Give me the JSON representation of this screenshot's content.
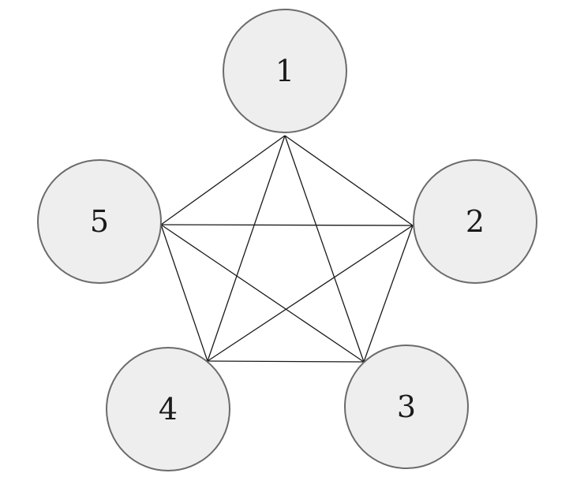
{
  "nodes": [
    {
      "id": "1",
      "label": "1"
    },
    {
      "id": "2",
      "label": "2"
    },
    {
      "id": "3",
      "label": "3"
    },
    {
      "id": "4",
      "label": "4"
    },
    {
      "id": "5",
      "label": "5"
    }
  ],
  "edges": [
    [
      "1",
      "2"
    ],
    [
      "1",
      "3"
    ],
    [
      "1",
      "4"
    ],
    [
      "1",
      "5"
    ],
    [
      "2",
      "3"
    ],
    [
      "2",
      "4"
    ],
    [
      "2",
      "5"
    ],
    [
      "3",
      "4"
    ],
    [
      "3",
      "5"
    ],
    [
      "4",
      "5"
    ]
  ],
  "colors": {
    "node_fill": "#eeeeee",
    "node_stroke": "#6b6b6b",
    "edge": "#1a1a1a",
    "label": "#1a1a1a"
  }
}
